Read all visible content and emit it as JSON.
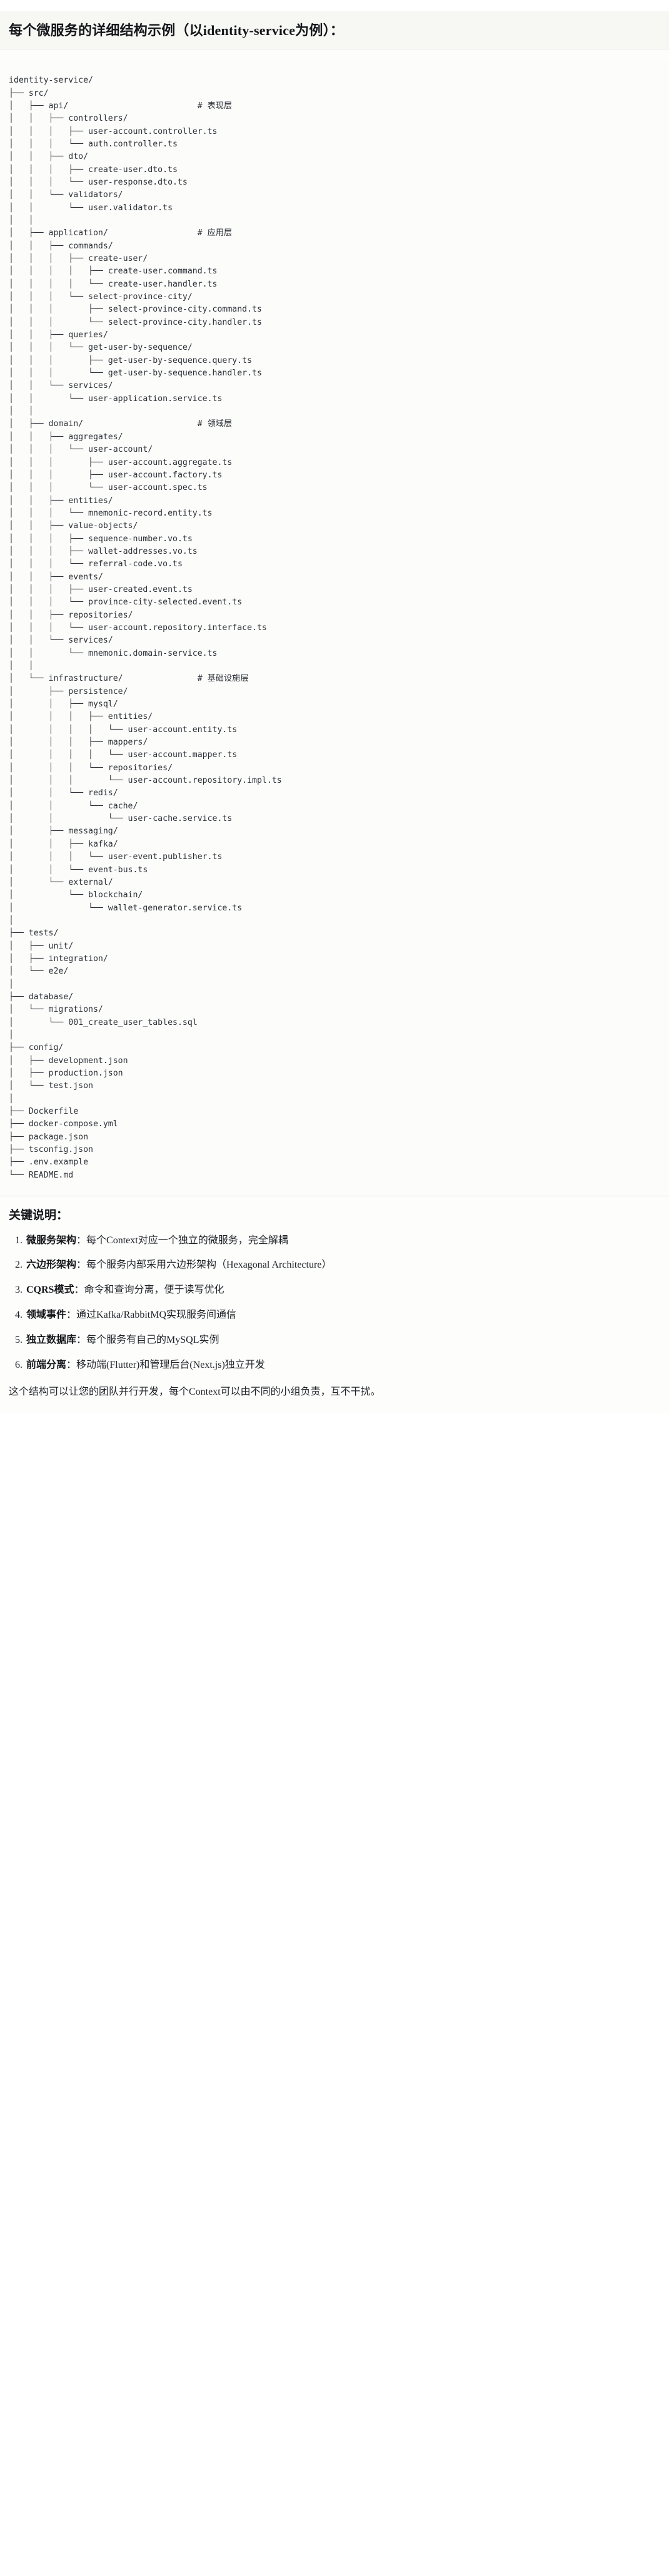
{
  "heading": "每个微服务的详细结构示例（以identity-service为例）：",
  "tree": {
    "root": "identity-service/",
    "text": "identity-service/\n├── src/\n│   ├── api/                          # 表现层\n│   │   ├── controllers/\n│   │   │   ├── user-account.controller.ts\n│   │   │   └── auth.controller.ts\n│   │   ├── dto/\n│   │   │   ├── create-user.dto.ts\n│   │   │   └── user-response.dto.ts\n│   │   └── validators/\n│   │       └── user.validator.ts\n│   │\n│   ├── application/                  # 应用层\n│   │   ├── commands/\n│   │   │   ├── create-user/\n│   │   │   │   ├── create-user.command.ts\n│   │   │   │   └── create-user.handler.ts\n│   │   │   └── select-province-city/\n│   │   │       ├── select-province-city.command.ts\n│   │   │       └── select-province-city.handler.ts\n│   │   ├── queries/\n│   │   │   └── get-user-by-sequence/\n│   │   │       ├── get-user-by-sequence.query.ts\n│   │   │       └── get-user-by-sequence.handler.ts\n│   │   └── services/\n│   │       └── user-application.service.ts\n│   │\n│   ├── domain/                       # 领域层\n│   │   ├── aggregates/\n│   │   │   └── user-account/\n│   │   │       ├── user-account.aggregate.ts\n│   │   │       ├── user-account.factory.ts\n│   │   │       └── user-account.spec.ts\n│   │   ├── entities/\n│   │   │   └── mnemonic-record.entity.ts\n│   │   ├── value-objects/\n│   │   │   ├── sequence-number.vo.ts\n│   │   │   ├── wallet-addresses.vo.ts\n│   │   │   └── referral-code.vo.ts\n│   │   ├── events/\n│   │   │   ├── user-created.event.ts\n│   │   │   └── province-city-selected.event.ts\n│   │   ├── repositories/\n│   │   │   └── user-account.repository.interface.ts\n│   │   └── services/\n│   │       └── mnemonic.domain-service.ts\n│   │\n│   └── infrastructure/               # 基础设施层\n│       ├── persistence/\n│       │   ├── mysql/\n│       │   │   ├── entities/\n│       │   │   │   └── user-account.entity.ts\n│       │   │   ├── mappers/\n│       │   │   │   └── user-account.mapper.ts\n│       │   │   └── repositories/\n│       │   │       └── user-account.repository.impl.ts\n│       │   └── redis/\n│       │       └── cache/\n│       │           └── user-cache.service.ts\n│       ├── messaging/\n│       │   ├── kafka/\n│       │   │   └── user-event.publisher.ts\n│       │   └── event-bus.ts\n│       └── external/\n│           └── blockchain/\n│               └── wallet-generator.service.ts\n│\n├── tests/\n│   ├── unit/\n│   ├── integration/\n│   └── e2e/\n│\n├── database/\n│   └── migrations/\n│       └── 001_create_user_tables.sql\n│\n├── config/\n│   ├── development.json\n│   ├── production.json\n│   └── test.json\n│\n├── Dockerfile\n├── docker-compose.yml\n├── package.json\n├── tsconfig.json\n├── .env.example\n└── README.md",
    "layer_comments": [
      {
        "path": "api/",
        "comment": "# 表现层"
      },
      {
        "path": "application/",
        "comment": "# 应用层"
      },
      {
        "path": "domain/",
        "comment": "# 领域层"
      },
      {
        "path": "infrastructure/",
        "comment": "# 基础设施层"
      }
    ]
  },
  "notes": {
    "title": "关键说明：",
    "items": [
      {
        "term": "微服务架构",
        "sep": "：",
        "desc": "每个Context对应一个独立的微服务，完全解耦"
      },
      {
        "term": "六边形架构",
        "sep": "：",
        "desc": "每个服务内部采用六边形架构（Hexagonal Architecture）"
      },
      {
        "term": "CQRS模式",
        "sep": "：",
        "desc": "命令和查询分离，便于读写优化"
      },
      {
        "term": "领域事件",
        "sep": "：",
        "desc": "通过Kafka/RabbitMQ实现服务间通信"
      },
      {
        "term": "独立数据库",
        "sep": "：",
        "desc": "每个服务有自己的MySQL实例"
      },
      {
        "term": "前端分离",
        "sep": "：",
        "desc": "移动端(Flutter)和管理后台(Next.js)独立开发"
      }
    ],
    "closing": "这个结构可以让您的团队并行开发，每个Context可以由不同的小组负责，互不干扰。"
  }
}
